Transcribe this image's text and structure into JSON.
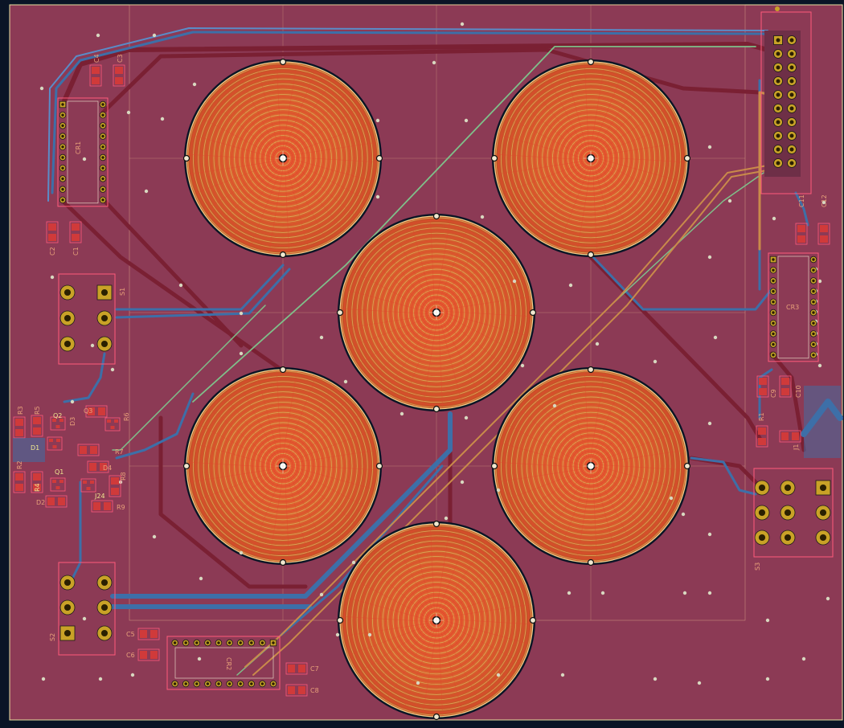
{
  "board": {
    "colors": {
      "background": "#0a1426",
      "edge": "#e8e0a0",
      "copper_fill": "#8c3a55",
      "copper_fill_dark": "#6e2f47",
      "trace_front": "#7a2033",
      "trace_back": "#3d6fa8",
      "trace_back_light": "#5a8cc8",
      "trace_green": "#7fc08a",
      "trace_orange": "#c98a4a",
      "coil_red": "#e0462e",
      "coil_yellow": "#d9b25a",
      "pad_gold": "#c9a227",
      "pad_dark": "#2a2000",
      "silkscreen": "#e8a17a",
      "courtyard": "#ff5a7a",
      "smd_pad": "#d03a3a",
      "via": "#d8d8c0",
      "fab_grid": "#e0b08a"
    }
  },
  "components": {
    "capacitors": [
      "C1",
      "C2",
      "C3",
      "C4",
      "C5",
      "C6",
      "C7",
      "C8",
      "C9",
      "C10",
      "C11",
      "C12"
    ],
    "resistors": [
      "R1",
      "R2",
      "R3",
      "R4",
      "R5",
      "R6",
      "R7",
      "R8",
      "R9"
    ],
    "diodes": [
      "D1",
      "D2",
      "D3",
      "D4"
    ],
    "transistors": [
      "Q1",
      "Q2",
      "Q3"
    ],
    "connectors": [
      "S1",
      "S2",
      "S3"
    ],
    "ics": [
      "CR1",
      "CR2",
      "CR3"
    ],
    "misc": [
      "J24",
      "J1"
    ]
  }
}
